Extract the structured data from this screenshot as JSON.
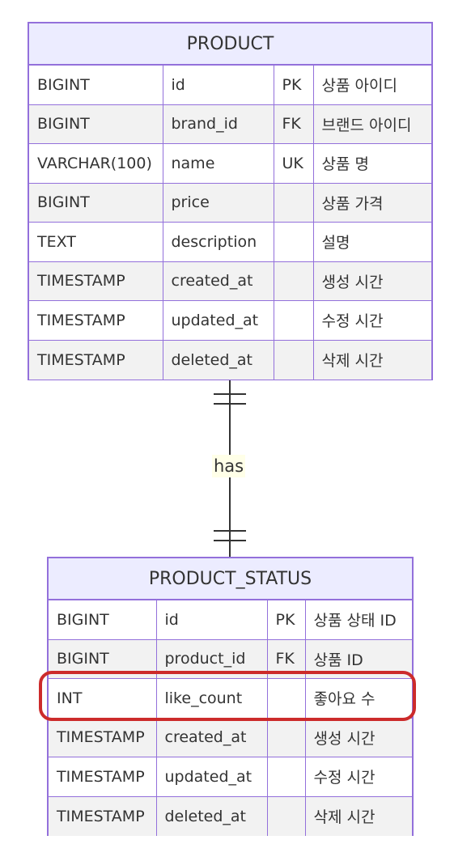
{
  "entities": [
    {
      "title": "PRODUCT",
      "rows": [
        {
          "type": "BIGINT",
          "name": "id",
          "key": "PK",
          "comment": "상품 아이디"
        },
        {
          "type": "BIGINT",
          "name": "brand_id",
          "key": "FK",
          "comment": "브랜드 아이디"
        },
        {
          "type": "VARCHAR(100)",
          "name": "name",
          "key": "UK",
          "comment": "상품 명"
        },
        {
          "type": "BIGINT",
          "name": "price",
          "key": "",
          "comment": "상품 가격"
        },
        {
          "type": "TEXT",
          "name": "description",
          "key": "",
          "comment": "설명"
        },
        {
          "type": "TIMESTAMP",
          "name": "created_at",
          "key": "",
          "comment": "생성 시간"
        },
        {
          "type": "TIMESTAMP",
          "name": "updated_at",
          "key": "",
          "comment": "수정 시간"
        },
        {
          "type": "TIMESTAMP",
          "name": "deleted_at",
          "key": "",
          "comment": "삭제 시간"
        }
      ]
    },
    {
      "title": "PRODUCT_STATUS",
      "rows": [
        {
          "type": "BIGINT",
          "name": "id",
          "key": "PK",
          "comment": "상품 상태 ID"
        },
        {
          "type": "BIGINT",
          "name": "product_id",
          "key": "FK",
          "comment": "상품 ID"
        },
        {
          "type": "INT",
          "name": "like_count",
          "key": "",
          "comment": "좋아요 수"
        },
        {
          "type": "TIMESTAMP",
          "name": "created_at",
          "key": "",
          "comment": "생성 시간"
        },
        {
          "type": "TIMESTAMP",
          "name": "updated_at",
          "key": "",
          "comment": "수정 시간"
        },
        {
          "type": "TIMESTAMP",
          "name": "deleted_at",
          "key": "",
          "comment": "삭제 시간"
        }
      ]
    }
  ],
  "relationship": {
    "label": "has",
    "cardinality": "one-to-one"
  },
  "highlight": {
    "entity": "PRODUCT_STATUS",
    "row": "like_count",
    "color": "#cc2b2b"
  },
  "colors": {
    "border": "#9370DB",
    "header": "#ECECFF",
    "alt_row": "#f2f2f2",
    "label_bg": "#ffffe8"
  }
}
